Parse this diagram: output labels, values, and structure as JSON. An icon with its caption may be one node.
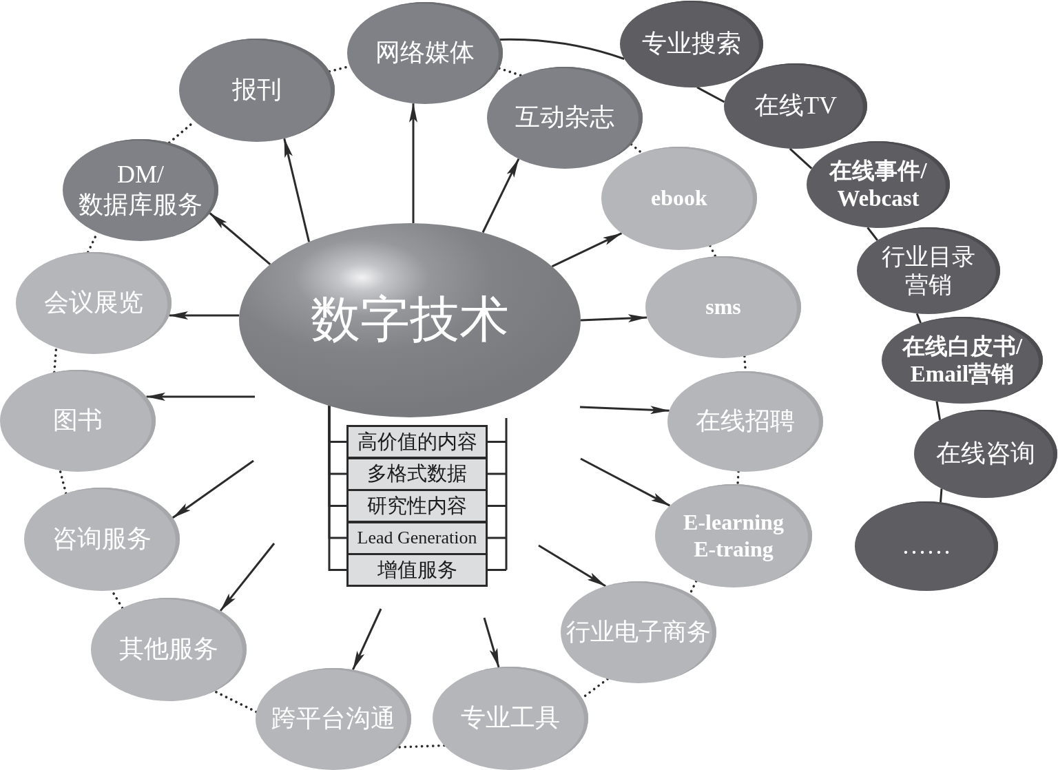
{
  "diagram": {
    "nodes": [
      {
        "text": [
          "数字技术"
        ]
      },
      {
        "text": [
          "网络媒体"
        ]
      },
      {
        "text": [
          "报刊"
        ]
      },
      {
        "text": [
          "互动杂志"
        ]
      },
      {
        "text": [
          "DM/数据库服务"
        ]
      },
      {
        "text": [
          "ebook"
        ]
      },
      {
        "text": [
          "会议展览"
        ]
      },
      {
        "text": [
          "sms"
        ]
      },
      {
        "text": [
          "图书"
        ]
      },
      {
        "text": [
          "在线招聘"
        ]
      },
      {
        "text": [
          "咨询服务"
        ]
      },
      {
        "text": [
          "E-learning E-traing"
        ]
      },
      {
        "text": [
          "其他服务"
        ]
      },
      {
        "text": [
          "行业电子商务"
        ]
      },
      {
        "text": [
          "跨平台沟通"
        ]
      },
      {
        "text": [
          "专业工具"
        ]
      },
      {
        "text": [
          "专业搜索"
        ]
      },
      {
        "text": [
          "在线TV"
        ]
      },
      {
        "text": [
          "在线事件/Webcast"
        ]
      },
      {
        "text": [
          "行业目录营销"
        ]
      },
      {
        "text": [
          "在线白皮书/Email营销"
        ]
      },
      {
        "text": [
          "在线咨询"
        ]
      },
      {
        "text": [
          "……"
        ]
      },
      {
        "text": [
          "高价值的内容"
        ]
      },
      {
        "text": [
          "多格式数据"
        ]
      },
      {
        "text": [
          "研究性内容"
        ]
      },
      {
        "text": [
          "Lead Generation"
        ]
      },
      {
        "text": [
          "增值服务"
        ]
      }
    ],
    "edges": [
      {
        "from": 0,
        "to": 1,
        "arrow": "to"
      },
      {
        "from": 0,
        "to": 2,
        "arrow": "to"
      },
      {
        "from": 0,
        "to": 3,
        "arrow": "to"
      },
      {
        "from": 0,
        "to": 4,
        "arrow": "to"
      },
      {
        "from": 0,
        "to": 5,
        "arrow": "to"
      },
      {
        "from": 0,
        "to": 6,
        "arrow": "to"
      },
      {
        "from": 0,
        "to": 7,
        "arrow": "to"
      },
      {
        "from": 0,
        "to": 8,
        "arrow": "to"
      },
      {
        "from": 0,
        "to": 9,
        "arrow": "to"
      },
      {
        "from": null,
        "to": 10,
        "arrow": "to"
      },
      {
        "from": null,
        "to": 11,
        "arrow": "to"
      },
      {
        "from": null,
        "to": 12,
        "arrow": "to"
      },
      {
        "from": null,
        "to": 13,
        "arrow": "to"
      },
      {
        "from": null,
        "to": 14,
        "arrow": "to"
      },
      {
        "from": null,
        "to": 15,
        "arrow": "to"
      },
      {
        "from": 0,
        "to": 23,
        "arrow": "none"
      },
      {
        "from": 0,
        "to": 24,
        "arrow": "none"
      },
      {
        "from": 0,
        "to": 25,
        "arrow": "none"
      },
      {
        "from": 0,
        "to": 26,
        "arrow": "none"
      },
      {
        "from": 0,
        "to": 27,
        "arrow": "none"
      },
      {
        "from": 4,
        "to": 2,
        "arrow": "none",
        "style": "dashed"
      },
      {
        "from": 2,
        "to": 1,
        "arrow": "none",
        "style": "dashed"
      },
      {
        "from": 1,
        "to": 3,
        "arrow": "none",
        "style": "dashed"
      },
      {
        "from": 3,
        "to": 5,
        "arrow": "none",
        "style": "dashed"
      },
      {
        "from": 5,
        "to": 7,
        "arrow": "none",
        "style": "dashed"
      },
      {
        "from": 7,
        "to": 9,
        "arrow": "none",
        "style": "dashed"
      },
      {
        "from": 9,
        "to": 11,
        "arrow": "none",
        "style": "dashed"
      },
      {
        "from": 11,
        "to": 13,
        "arrow": "none",
        "style": "dashed"
      },
      {
        "from": 13,
        "to": 15,
        "arrow": "none",
        "style": "dashed"
      },
      {
        "from": 15,
        "to": 14,
        "arrow": "none",
        "style": "dashed"
      },
      {
        "from": 14,
        "to": 12,
        "arrow": "none",
        "style": "dashed"
      },
      {
        "from": 12,
        "to": 10,
        "arrow": "none",
        "style": "dashed"
      },
      {
        "from": 10,
        "to": 8,
        "arrow": "none",
        "style": "dashed"
      },
      {
        "from": 8,
        "to": 6,
        "arrow": "none",
        "style": "dashed"
      },
      {
        "from": 6,
        "to": 4,
        "arrow": "none",
        "style": "dashed"
      },
      {
        "from": 1,
        "to": 16,
        "arrow": "none"
      },
      {
        "from": 16,
        "to": 17,
        "arrow": "none"
      },
      {
        "from": 17,
        "to": 18,
        "arrow": "none"
      },
      {
        "from": 18,
        "to": 19,
        "arrow": "none"
      },
      {
        "from": 19,
        "to": 20,
        "arrow": "none"
      },
      {
        "from": 20,
        "to": 21,
        "arrow": "none"
      },
      {
        "from": 21,
        "to": 22,
        "arrow": "none"
      }
    ]
  }
}
